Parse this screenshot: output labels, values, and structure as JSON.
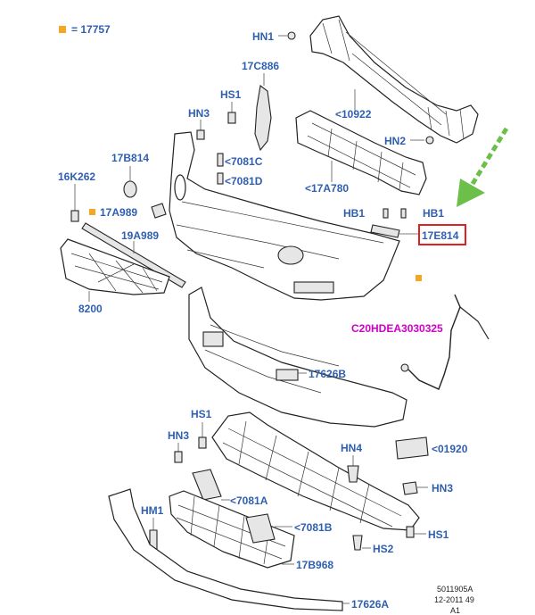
{
  "legend": {
    "text": "= 17757",
    "color": "#f5a623"
  },
  "labels": {
    "hn1": "HN1",
    "c886": "17C886",
    "hs1_top": "HS1",
    "hn3_top": "HN3",
    "b814": "17B814",
    "k262": "16K262",
    "a989": "17A989",
    "c7081c": "<7081C",
    "c7081d": "<7081D",
    "p10922": "<10922",
    "hn2": "HN2",
    "a780": "<17A780",
    "hb1_left": "HB1",
    "hb1_right": "HB1",
    "e814": "17E814",
    "a989b": "19A989",
    "p8200": "8200",
    "wire": "C20HDEA3030325",
    "p17626b": "17626B",
    "hs1_mid": "HS1",
    "hn3_mid": "HN3",
    "hn4": "HN4",
    "p01920": "<01920",
    "hn3_right": "HN3",
    "c7081a": "<7081A",
    "hm1": "HM1",
    "c7081b": "<7081B",
    "hs1_right": "HS1",
    "hs2": "HS2",
    "b968": "17B968",
    "p17626a": "17626A"
  },
  "footer": {
    "line1": "5011905A",
    "line2": "12-2011 49",
    "line3": "A1"
  },
  "colors": {
    "label": "#2f5fb0",
    "highlight_box": "#e02020",
    "arrow": "#6cc04a",
    "wire_label": "#d000c8"
  }
}
